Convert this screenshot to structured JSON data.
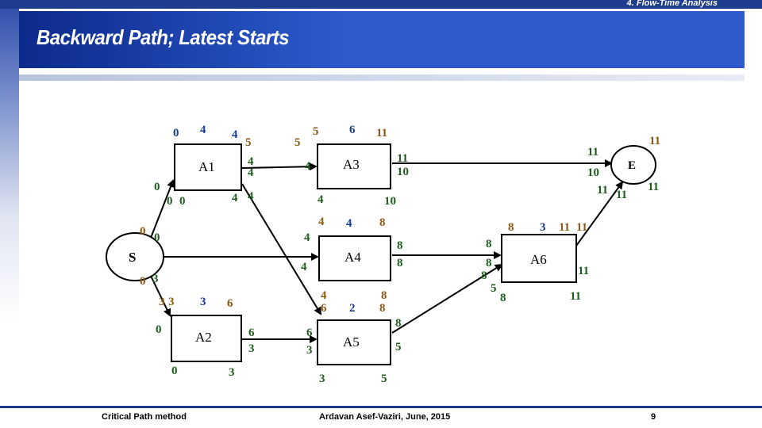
{
  "header": {
    "section_label": "4. Flow-Time Analysis",
    "title": "Backward Path; Latest Starts"
  },
  "footer": {
    "left": "Critical Path method",
    "center": "Ardavan Asef-Vaziri, June, 2015",
    "page": "9"
  },
  "colors": {
    "navy": "#1f3d8f",
    "num_blue": "#1a3a8a",
    "num_green": "#1f5c1f",
    "num_brown": "#8b5a14"
  },
  "nodes": {
    "S": "S",
    "E": "E",
    "A1": "A1",
    "A2": "A2",
    "A3": "A3",
    "A4": "A4",
    "A5": "A5",
    "A6": "A6"
  },
  "labels": {
    "s_top": "0",
    "s_top2": "0",
    "s_bot": "0",
    "s_bot2": "3",
    "a1_es": "0",
    "a1_dur": "4",
    "a1_ef": "4",
    "a1_left": "0",
    "a1_ls1": "0",
    "a1_ls2": "0",
    "a1_r1": "4",
    "a1_r2": "4",
    "a1_lf1": "4",
    "a1_lf2": "4",
    "a1_out1": "5",
    "a2_es1": "3",
    "a2_es2": "3",
    "a2_dur": "3",
    "a2_ef": "6",
    "a2_left": "0",
    "a2_ls": "0",
    "a2_r1": "6",
    "a2_r2": "3",
    "a2_lf": "3",
    "a3_in1": "5",
    "a3_es": "5",
    "a3_dur": "6",
    "a3_ef": "11",
    "a3_left": "4",
    "a3_ls": "4",
    "a3_r1": "11",
    "a3_r2": "10",
    "a3_lf": "10",
    "a4_in": "4",
    "a4_es": "4",
    "a4_dur": "4",
    "a4_ef": "8",
    "a4_left": "4",
    "a4_r1": "8",
    "a4_r2": "8",
    "a5_es1": "4",
    "a5_es2": "6",
    "a5_dur": "2",
    "a5_ef1": "8",
    "a5_ef2": "8",
    "a5_left1": "6",
    "a5_left2": "3",
    "a5_ls": "3",
    "a5_r1": "8",
    "a5_r2": "5",
    "a5_lf": "5",
    "a6_es": "8",
    "a6_dur": "3",
    "a6_ef1": "11",
    "a6_ef2": "11",
    "a6_in1": "8",
    "a6_in2": "8",
    "a6_in3": "8",
    "a6_in4": "5",
    "a6_ls": "8",
    "a6_r": "11",
    "a6_lf": "11",
    "e_top": "11",
    "e_in1": "11",
    "e_in2": "10",
    "e_in3": "11",
    "e_in4": "11",
    "e_right": "11"
  }
}
